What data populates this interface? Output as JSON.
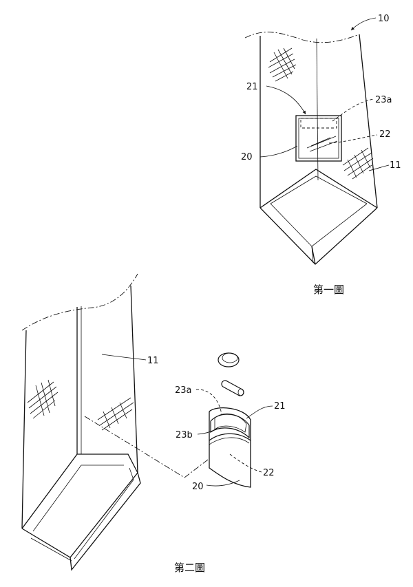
{
  "figure1": {
    "caption": "第一圖",
    "labels": {
      "tie": "10",
      "body": "11",
      "pouch": "20",
      "opening": "21",
      "pouch_front": "22",
      "insert": "23a"
    }
  },
  "figure2": {
    "caption": "第二圖",
    "labels": {
      "body": "11",
      "pouch": "20",
      "opening": "21",
      "pouch_front": "22",
      "insert_a": "23a",
      "insert_b": "23b"
    }
  }
}
